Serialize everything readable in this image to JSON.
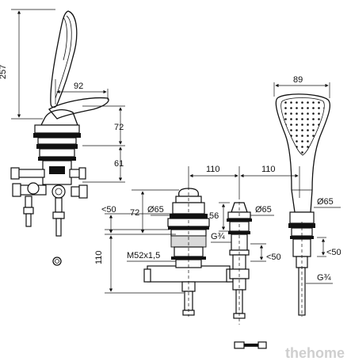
{
  "dimensions": {
    "handshower_length": "257",
    "handle_reach": "92",
    "handle_height": "72",
    "body_height": "61",
    "shower_head_width": "89",
    "spacing_left": "110",
    "spacing_right": "110",
    "min_left_50": "<50",
    "cap_height": "72",
    "diam_left": "Ø65",
    "cap_height_mid": "56",
    "diam_mid": "Ø65",
    "diam_right": "Ø65",
    "thread_g34_mid": "G¾",
    "thread_m52": "M52x1,5",
    "min_mid_50": "<50",
    "min_right_50": "<50",
    "thread_g34_right": "G¾",
    "body_lower_110": "110"
  },
  "watermark": "thehome"
}
